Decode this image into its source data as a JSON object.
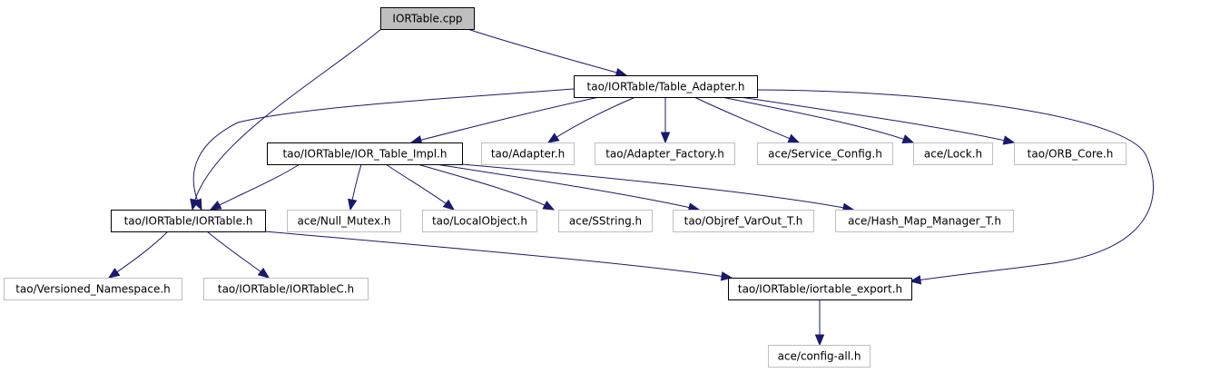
{
  "colors": {
    "edge": "#191970",
    "root_fill": "#bfbfbf",
    "root_border": "#000000",
    "documented_border": "#000000",
    "undocumented_border": "#bfbfbf",
    "node_fill": "#ffffff"
  },
  "nodes": [
    {
      "id": "iortable_cpp",
      "label": "IORTable.cpp",
      "kind": "root"
    },
    {
      "id": "table_adapter_h",
      "label": "tao/IORTable/Table_Adapter.h",
      "kind": "documented"
    },
    {
      "id": "ior_table_impl_h",
      "label": "tao/IORTable/IOR_Table_Impl.h",
      "kind": "documented"
    },
    {
      "id": "adapter_h",
      "label": "tao/Adapter.h",
      "kind": "undocumented"
    },
    {
      "id": "adapter_factory_h",
      "label": "tao/Adapter_Factory.h",
      "kind": "undocumented"
    },
    {
      "id": "service_config_h",
      "label": "ace/Service_Config.h",
      "kind": "undocumented"
    },
    {
      "id": "lock_h",
      "label": "ace/Lock.h",
      "kind": "undocumented"
    },
    {
      "id": "orb_core_h",
      "label": "tao/ORB_Core.h",
      "kind": "undocumented"
    },
    {
      "id": "iortable_h",
      "label": "tao/IORTable/IORTable.h",
      "kind": "documented"
    },
    {
      "id": "null_mutex_h",
      "label": "ace/Null_Mutex.h",
      "kind": "undocumented"
    },
    {
      "id": "localobject_h",
      "label": "tao/LocalObject.h",
      "kind": "undocumented"
    },
    {
      "id": "sstring_h",
      "label": "ace/SString.h",
      "kind": "undocumented"
    },
    {
      "id": "objref_varout_t_h",
      "label": "tao/Objref_VarOut_T.h",
      "kind": "undocumented"
    },
    {
      "id": "hash_map_manager_t_h",
      "label": "ace/Hash_Map_Manager_T.h",
      "kind": "undocumented"
    },
    {
      "id": "versioned_namespace_h",
      "label": "tao/Versioned_Namespace.h",
      "kind": "undocumented"
    },
    {
      "id": "iortablec_h",
      "label": "tao/IORTable/IORTableC.h",
      "kind": "undocumented"
    },
    {
      "id": "iortable_export_h",
      "label": "tao/IORTable/iortable_export.h",
      "kind": "documented"
    },
    {
      "id": "config_all_h",
      "label": "ace/config-all.h",
      "kind": "undocumented"
    }
  ],
  "edges": [
    {
      "from": "iortable_cpp",
      "to": "iortable_h"
    },
    {
      "from": "iortable_cpp",
      "to": "table_adapter_h"
    },
    {
      "from": "table_adapter_h",
      "to": "iortable_h"
    },
    {
      "from": "table_adapter_h",
      "to": "ior_table_impl_h"
    },
    {
      "from": "table_adapter_h",
      "to": "adapter_h"
    },
    {
      "from": "table_adapter_h",
      "to": "adapter_factory_h"
    },
    {
      "from": "table_adapter_h",
      "to": "service_config_h"
    },
    {
      "from": "table_adapter_h",
      "to": "lock_h"
    },
    {
      "from": "table_adapter_h",
      "to": "orb_core_h"
    },
    {
      "from": "table_adapter_h",
      "to": "iortable_export_h"
    },
    {
      "from": "ior_table_impl_h",
      "to": "iortable_h"
    },
    {
      "from": "ior_table_impl_h",
      "to": "null_mutex_h"
    },
    {
      "from": "ior_table_impl_h",
      "to": "localobject_h"
    },
    {
      "from": "ior_table_impl_h",
      "to": "sstring_h"
    },
    {
      "from": "ior_table_impl_h",
      "to": "objref_varout_t_h"
    },
    {
      "from": "ior_table_impl_h",
      "to": "hash_map_manager_t_h"
    },
    {
      "from": "iortable_h",
      "to": "versioned_namespace_h"
    },
    {
      "from": "iortable_h",
      "to": "iortablec_h"
    },
    {
      "from": "iortable_h",
      "to": "iortable_export_h"
    },
    {
      "from": "iortable_export_h",
      "to": "config_all_h"
    }
  ]
}
